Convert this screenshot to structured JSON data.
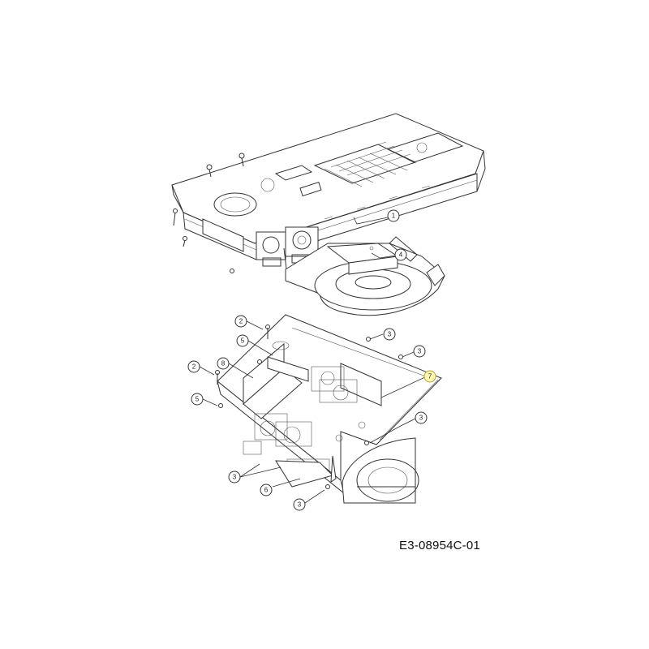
{
  "document_code": "E3-08954C-01",
  "callouts": [
    {
      "id": "c1",
      "label": "1"
    },
    {
      "id": "c2",
      "label": "4"
    },
    {
      "id": "c3",
      "label": "2"
    },
    {
      "id": "c4",
      "label": "5"
    },
    {
      "id": "c5",
      "label": "8"
    },
    {
      "id": "c6",
      "label": "2"
    },
    {
      "id": "c7",
      "label": "5"
    },
    {
      "id": "c8",
      "label": "3"
    },
    {
      "id": "c9",
      "label": "3"
    },
    {
      "id": "c10",
      "label": "7"
    },
    {
      "id": "c11",
      "label": "3"
    },
    {
      "id": "c12",
      "label": "3"
    },
    {
      "id": "c13",
      "label": "6"
    },
    {
      "id": "c14",
      "label": "3"
    }
  ],
  "colors": {
    "line": "#333333",
    "highlight_fill": "#fff6b0"
  }
}
